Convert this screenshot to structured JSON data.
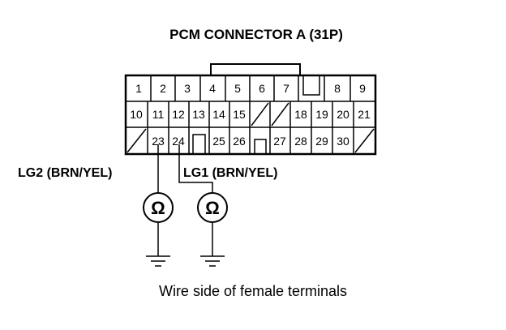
{
  "title": "PCM CONNECTOR A (31P)",
  "rows": [
    [
      "1",
      "2",
      "3",
      "4",
      "5",
      "6",
      "7",
      "",
      "8",
      "9"
    ],
    [
      "10",
      "11",
      "12",
      "13",
      "14",
      "15",
      "",
      "",
      "18",
      "19",
      "20",
      "21"
    ],
    [
      "",
      "23",
      "24",
      "",
      "25",
      "26",
      "",
      "27",
      "28",
      "29",
      "30",
      ""
    ]
  ],
  "labels": {
    "lg2": "LG2 (BRN/YEL)",
    "lg1": "LG1 (BRN/YEL)"
  },
  "meter_symbol": "Ω",
  "caption": "Wire side of female terminals",
  "icons": [
    "ohmmeter-icon",
    "ground-icon"
  ]
}
